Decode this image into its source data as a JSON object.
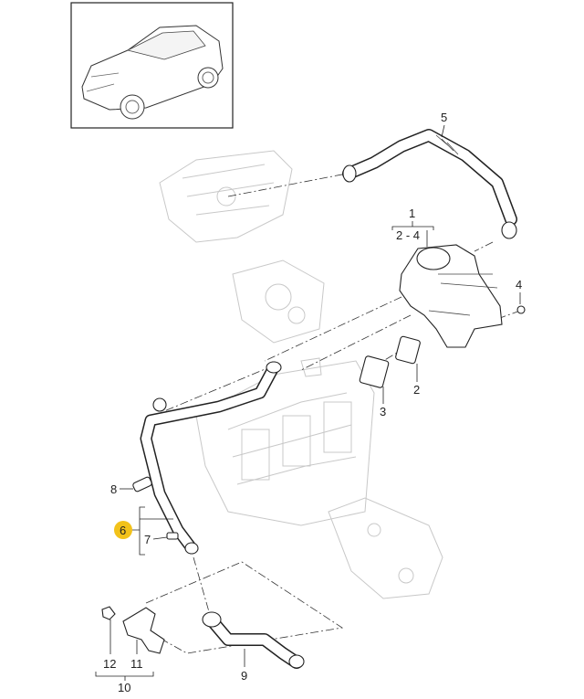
{
  "diagram": {
    "title": "Crankcase ventilation parts diagram",
    "highlight_color": "#F2C21B",
    "callouts": {
      "c1": "1",
      "c2_4": "2 - 4",
      "c2": "2",
      "c3": "3",
      "c4": "4",
      "c5": "5",
      "c6": "6",
      "c7": "7",
      "c8": "8",
      "c9": "9",
      "c10": "10",
      "c11": "11",
      "c12": "12"
    },
    "highlighted_callout": "6"
  }
}
